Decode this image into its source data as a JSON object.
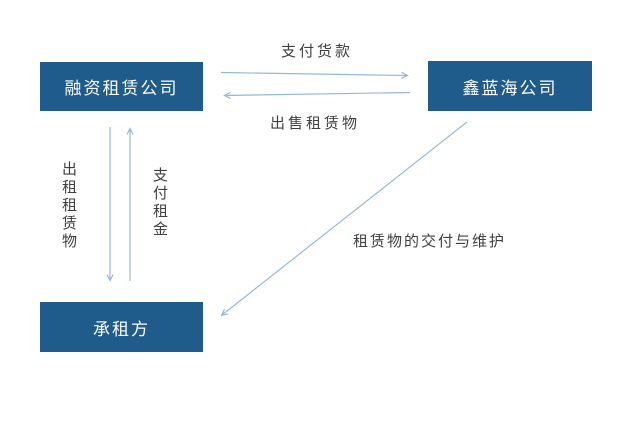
{
  "diagram": {
    "background_color": "#FFFFFF",
    "box_fill_color": "#1F5C8B",
    "box_text_color": "#FDFDFD",
    "arrow_color": "#96B9D9",
    "label_text_color": "#404040",
    "nodes": {
      "lessor": {
        "label": "融资租赁公司"
      },
      "seller": {
        "label": "鑫蓝海公司"
      },
      "lessee": {
        "label": "承租方"
      }
    },
    "edges": {
      "pay_goods": {
        "label": "支付货款",
        "from": "融资租赁公司",
        "to": "鑫蓝海公司"
      },
      "sell_leased_asset": {
        "label": "出售租赁物",
        "from": "鑫蓝海公司",
        "to": "融资租赁公司"
      },
      "lease_out_asset": {
        "label": "出租租赁物",
        "from": "融资租赁公司",
        "to": "承租方"
      },
      "pay_rent": {
        "label": "支付租金",
        "from": "承租方",
        "to": "融资租赁公司"
      },
      "delivery_maintenance": {
        "label": "租赁物的交付与维护",
        "from": "鑫蓝海公司",
        "to": "承租方"
      }
    }
  }
}
